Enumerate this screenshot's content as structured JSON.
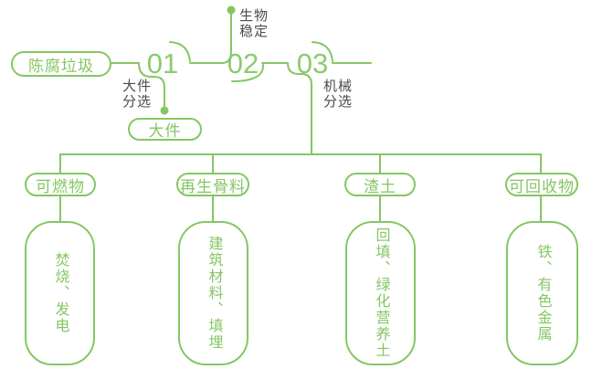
{
  "colors": {
    "green": "#85c663",
    "gray_text": "#4c4c4c",
    "background": "#ffffff"
  },
  "flow": {
    "source": "陈腐垃圾",
    "steps": [
      {
        "number": "01",
        "label": "大件\n分选",
        "output": "大件"
      },
      {
        "number": "02",
        "label": "生物\n稳定"
      },
      {
        "number": "03",
        "label": "机械\n分选"
      }
    ]
  },
  "branches": [
    {
      "category": "可燃物",
      "result": "焚烧、发电"
    },
    {
      "category": "再生骨料",
      "result": "建筑材料、填埋"
    },
    {
      "category": "渣土",
      "result": "回填、绿化营养土"
    },
    {
      "category": "可回收物",
      "result": "铁、有色金属"
    }
  ]
}
